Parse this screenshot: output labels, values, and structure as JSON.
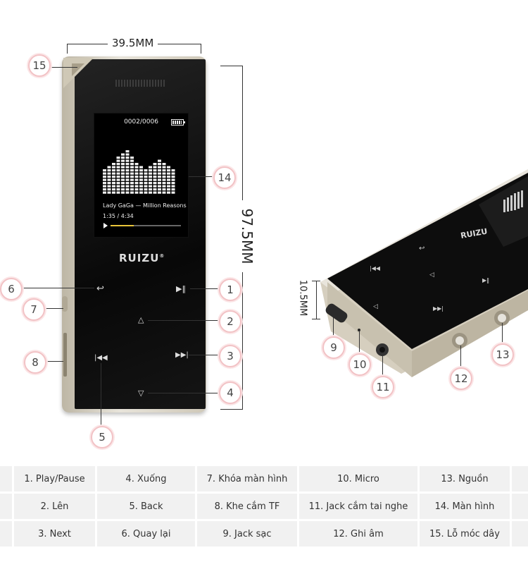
{
  "dimensions": {
    "width_label": "39.5MM",
    "height_label": "97.5MM",
    "thickness_label": "10.5MM"
  },
  "device": {
    "brand": "RUIZU",
    "trademark": "®",
    "screen": {
      "track_counter": "0002/0006",
      "song": "Lady GaGa — Million Reasons",
      "time": "1:35 / 4:34",
      "progress": 0.33
    }
  },
  "callouts": {
    "c1": "1",
    "c2": "2",
    "c3": "3",
    "c4": "4",
    "c5": "5",
    "c6": "6",
    "c7": "7",
    "c8": "8",
    "c9": "9",
    "c10": "10",
    "c11": "11",
    "c12": "12",
    "c13": "13",
    "c14": "14",
    "c15": "15"
  },
  "legend": {
    "rows": [
      [
        "1. Play/Pause",
        "4. Xuống",
        "7. Khóa màn hình",
        "10. Micro",
        "13. Nguồn"
      ],
      [
        "2. Lên",
        "5. Back",
        "8. Khe cắm TF",
        "11. Jack cắm tai nghe",
        "14. Màn hình"
      ],
      [
        "3. Next",
        "6. Quay lại",
        "9. Jack sạc",
        "12. Ghi âm",
        "15. Lỗ móc dây"
      ]
    ]
  },
  "colors": {
    "callout_border": "#f2c3c6",
    "device_face": "#0b0b0b",
    "device_frame": "#d8d2c4",
    "progress_fill": "#e8c53a",
    "table_cell": "#f1f1f1"
  }
}
